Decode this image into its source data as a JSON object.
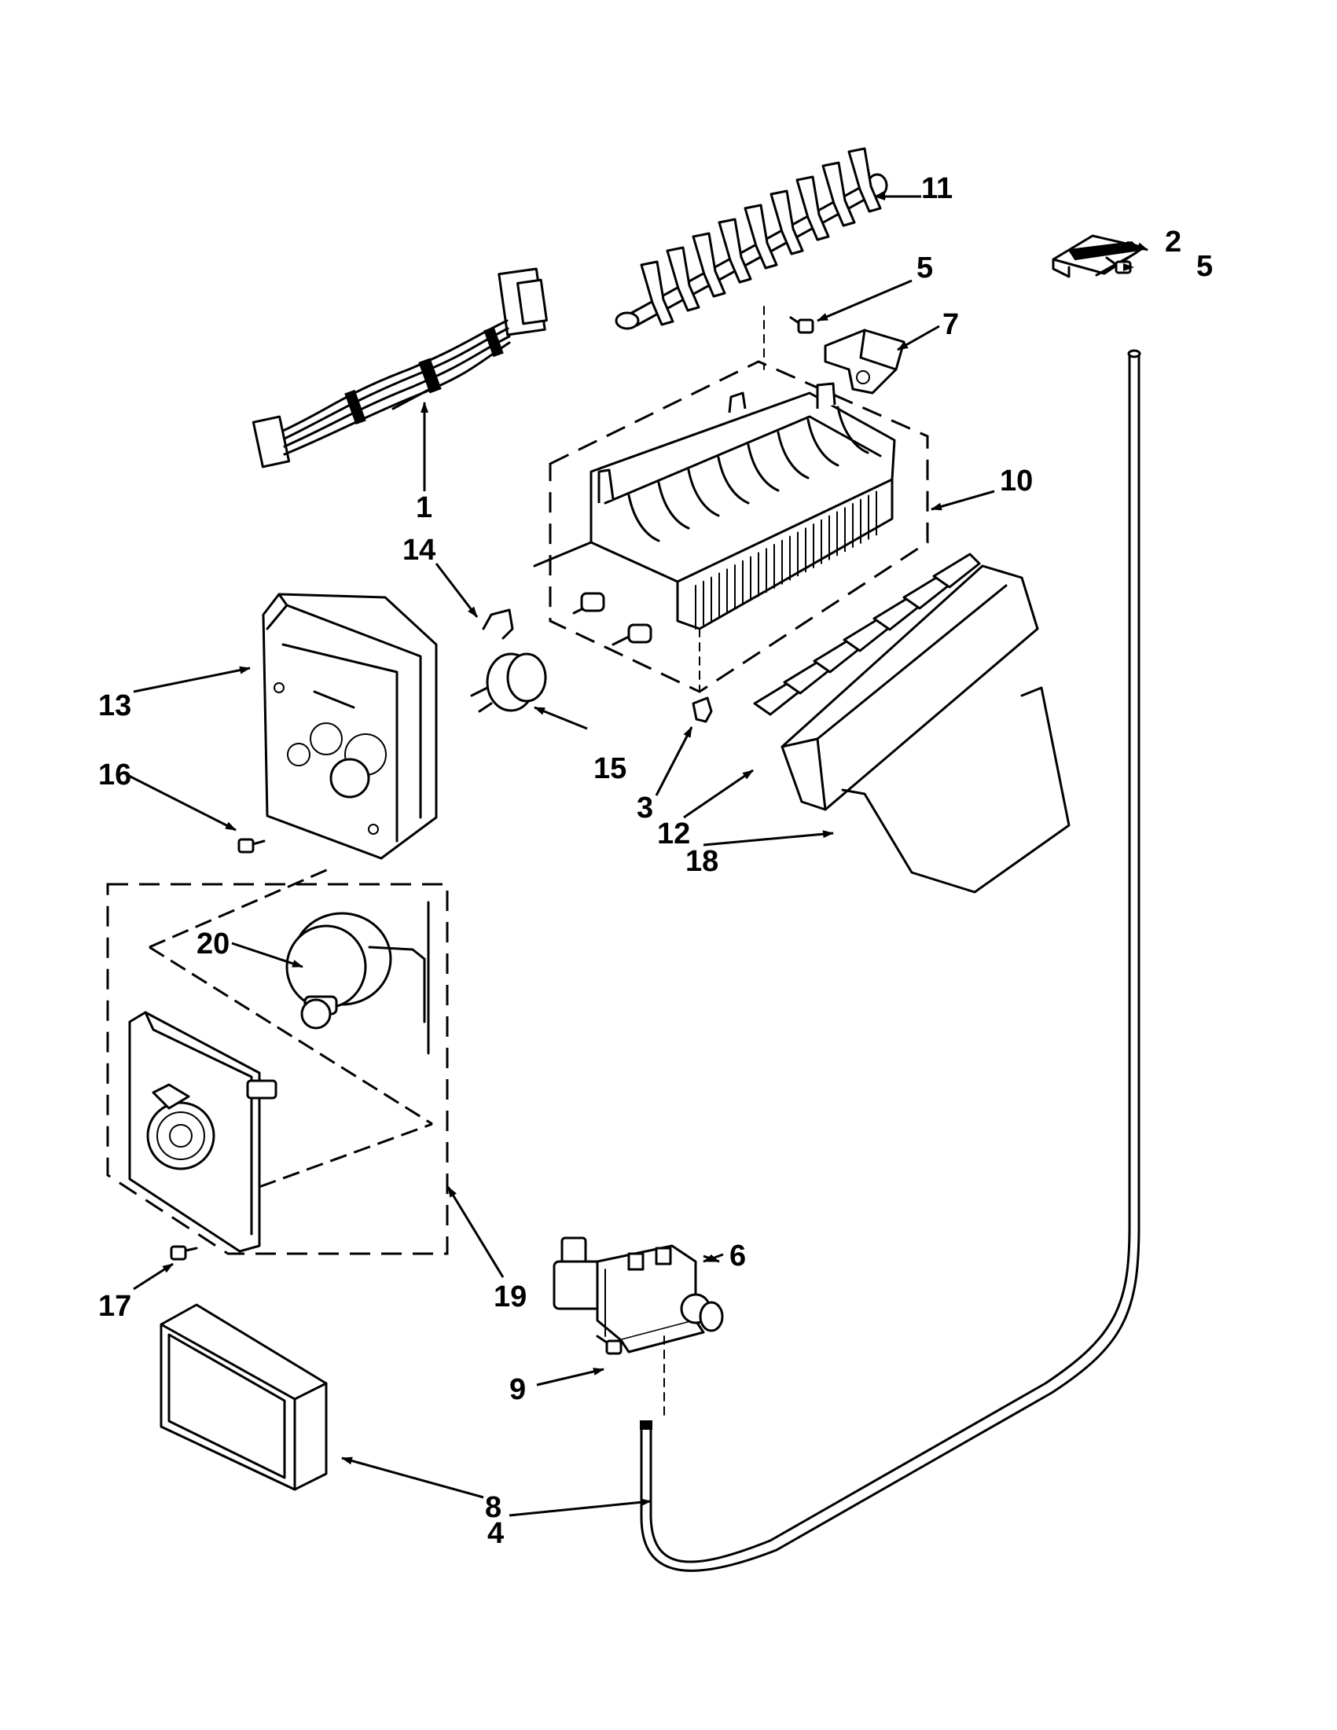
{
  "callouts": {
    "c1": "1",
    "c2": "2",
    "c3": "3",
    "c4": "4",
    "c5a": "5",
    "c5b": "5",
    "c6": "6",
    "c7": "7",
    "c8": "8",
    "c9": "9",
    "c10": "10",
    "c11": "11",
    "c12": "12",
    "c13": "13",
    "c14": "14",
    "c15": "15",
    "c16": "16",
    "c17": "17",
    "c18": "18",
    "c19": "19",
    "c20": "20"
  },
  "colors": {
    "line": "#000000",
    "background": "#ffffff"
  }
}
